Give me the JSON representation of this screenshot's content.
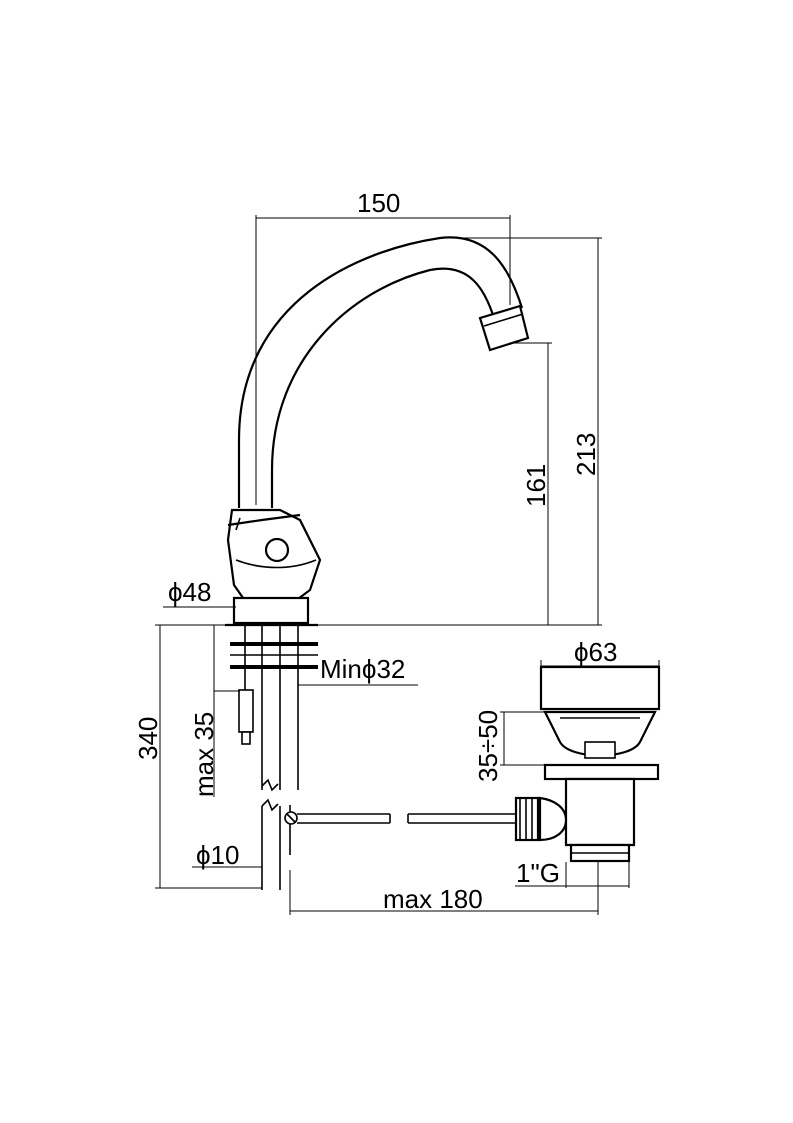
{
  "drawing": {
    "colors": {
      "line": "#000000",
      "background": "#ffffff"
    },
    "dimensions": {
      "spout_reach": "150",
      "total_height": "213",
      "outlet_height": "161",
      "base_diameter": "ϕ48",
      "hole_diameter": "Minϕ32",
      "overall_length": "340",
      "max_deck_thickness": "max 35",
      "hose_diameter": "ϕ10",
      "waste_diameter": "ϕ63",
      "basin_thickness_range": "35÷50",
      "thread_size": "1\"G",
      "rod_length": "max 180"
    }
  }
}
